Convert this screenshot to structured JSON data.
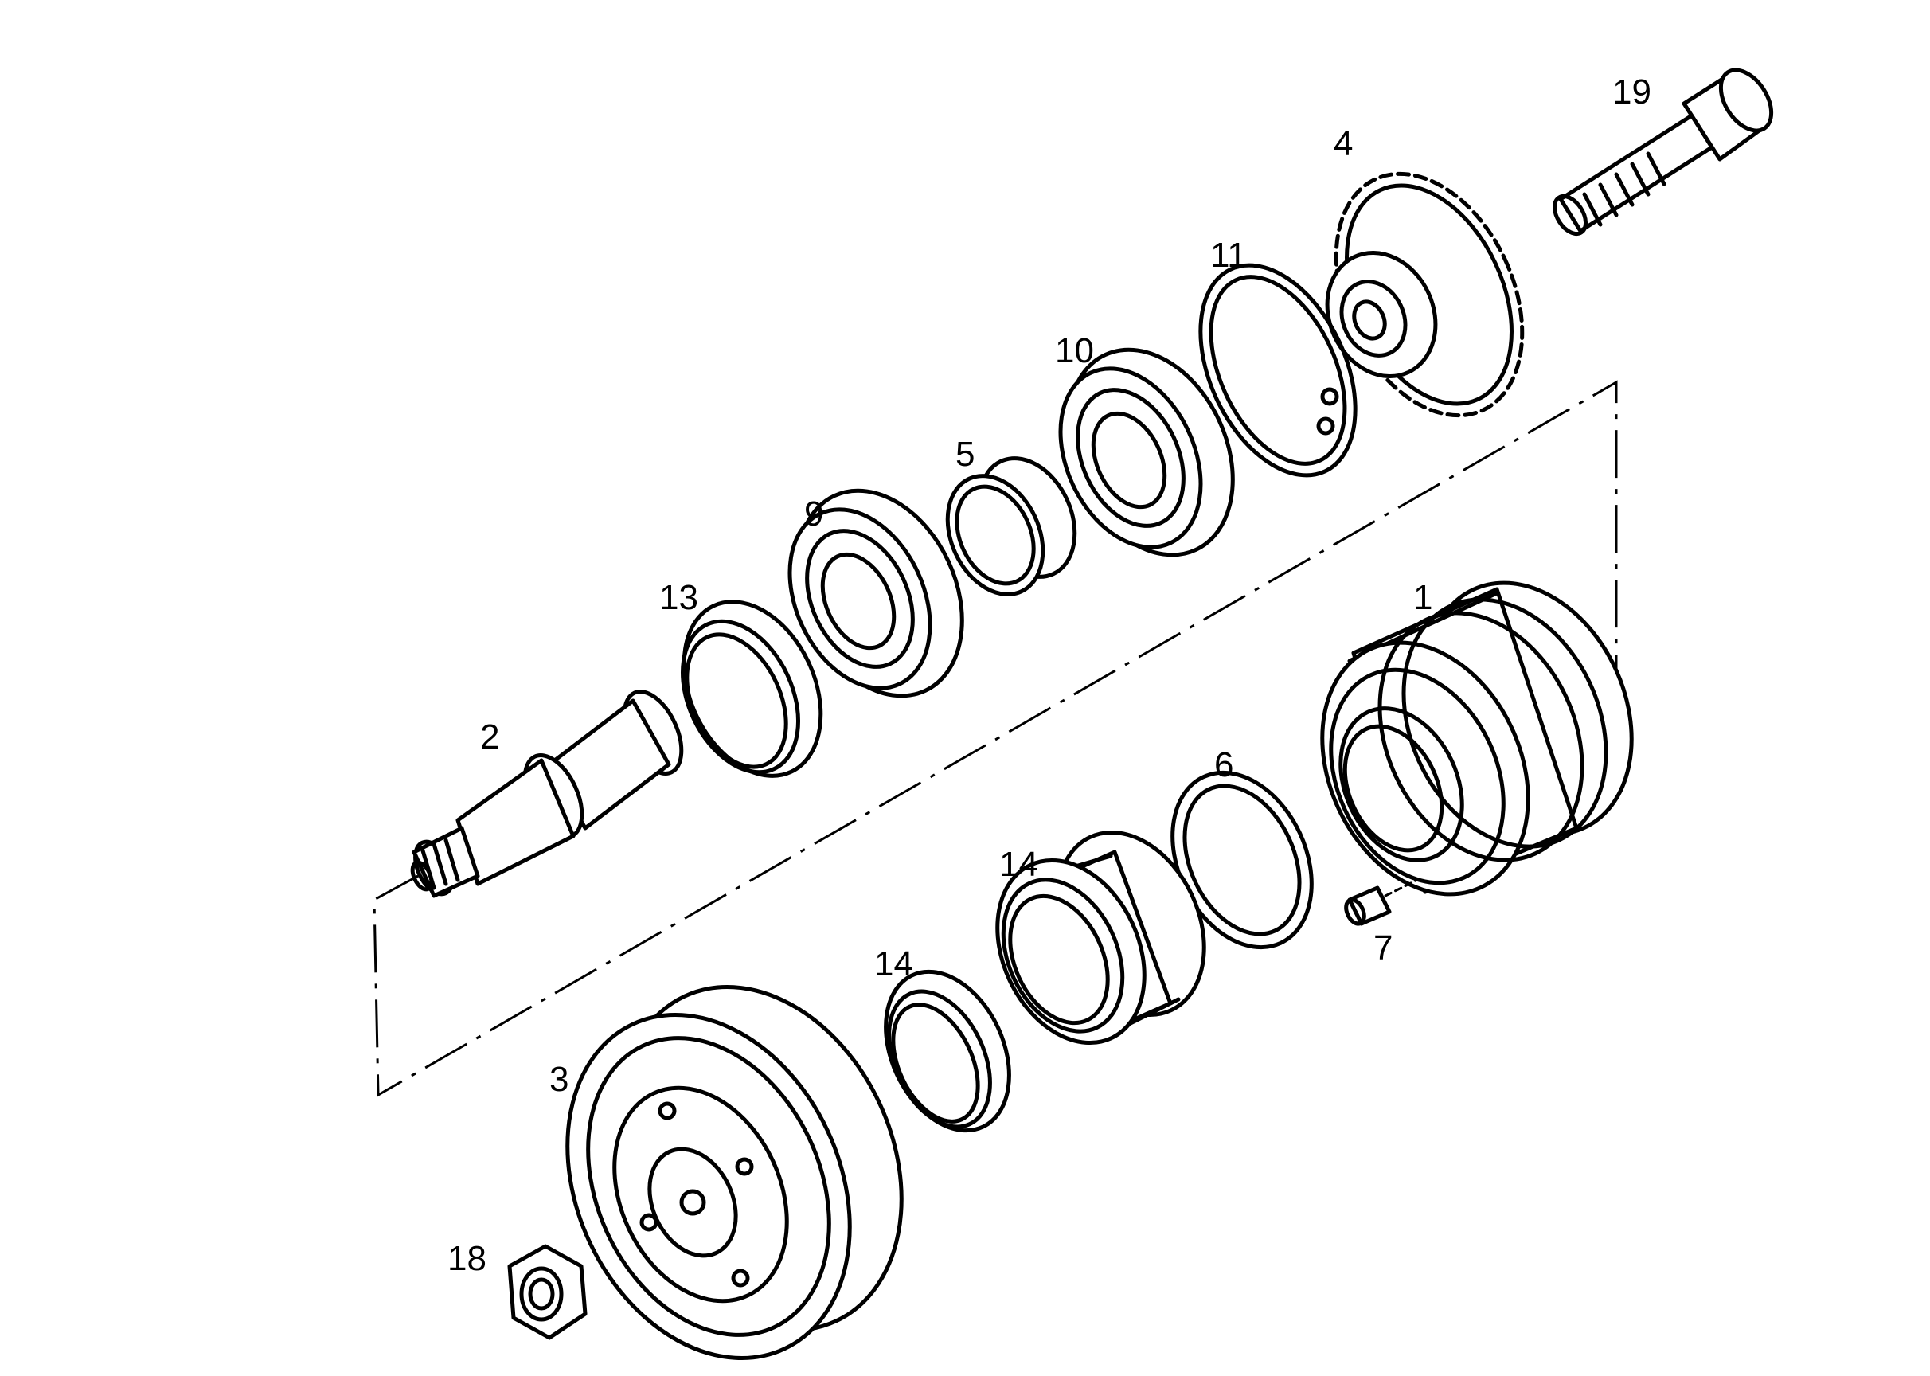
{
  "callouts": {
    "p1": "1",
    "p2": "2",
    "p3": "3",
    "p4": "4",
    "p5": "5",
    "p6": "6",
    "p7": "7",
    "p9": "9",
    "p10": "10",
    "p11": "11",
    "p13": "13",
    "p14a": "14",
    "p14b": "14",
    "p18": "18",
    "p19": "19"
  },
  "colors": {
    "ink": "#000000",
    "paper": "#ffffff"
  }
}
